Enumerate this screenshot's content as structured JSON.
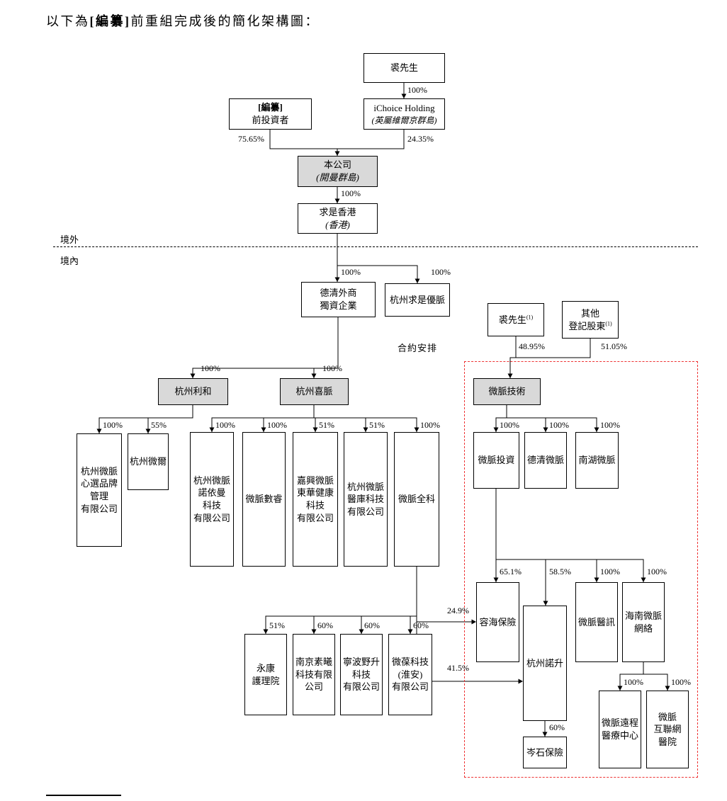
{
  "title": {
    "prefix": "以下為",
    "redacted": "[編纂]",
    "suffix": "前重組完成後的簡化架構圖："
  },
  "regions": {
    "offshore": "境外",
    "onshore": "境內"
  },
  "vie": {
    "label": "合約安排"
  },
  "colors": {
    "shaded_box": "#d9d9d9",
    "vie_border": "#ee3333",
    "line": "#000000"
  },
  "boxes": {
    "qiu_top": {
      "lines": [
        "裘先生"
      ]
    },
    "pre_investors": {
      "lines": [
        "[編纂]",
        "前投資者"
      ]
    },
    "ichoice": {
      "lines": [
        "iChoice Holding",
        "(英屬維爾京群島)"
      ]
    },
    "company": {
      "lines": [
        "本公司",
        "(開曼群島)"
      ]
    },
    "qiushi_hk": {
      "lines": [
        "求是香港",
        "(香港)"
      ]
    },
    "deqing_wfoe": {
      "lines": [
        "德清外商",
        "獨資企業"
      ]
    },
    "hz_qiushi": {
      "lines": [
        "杭州求是優脈"
      ]
    },
    "qiu_prc": {
      "name": "裘先生",
      "sup": "(1)"
    },
    "other_sh": {
      "line1": "其他",
      "line2": "登記股東",
      "sup": "(1)"
    },
    "lihe": {
      "lines": [
        "杭州利和"
      ]
    },
    "ximai": {
      "lines": [
        "杭州喜脈"
      ]
    },
    "weimai_tech": {
      "lines": [
        "微脈技術"
      ]
    },
    "xinxuan": {
      "lines": [
        "杭州微脈",
        "心選品牌",
        "管理",
        "有限公司"
      ]
    },
    "weier": {
      "lines": [
        "杭州微爾"
      ]
    },
    "nuoyiman": {
      "lines": [
        "杭州微脈",
        "諾依曼",
        "科技",
        "有限公司"
      ]
    },
    "shurui": {
      "lines": [
        "微脈數睿"
      ]
    },
    "jiaxing": {
      "lines": [
        "嘉興微脈",
        "東華健康",
        "科技",
        "有限公司"
      ]
    },
    "yiku": {
      "lines": [
        "杭州微脈",
        "醫庫科技",
        "有限公司"
      ]
    },
    "quanke": {
      "lines": [
        "微脈全科"
      ]
    },
    "touzi": {
      "lines": [
        "微脈投資"
      ]
    },
    "deqing_wm": {
      "lines": [
        "德清微脈"
      ]
    },
    "nanhu": {
      "lines": [
        "南湖微脈"
      ]
    },
    "ronghai": {
      "lines": [
        "容海保險"
      ]
    },
    "nuosheng": {
      "lines": [
        "杭州諾升"
      ]
    },
    "yixun": {
      "lines": [
        "微脈醫訊"
      ]
    },
    "hainan": {
      "lines": [
        "海南微脈",
        "網絡"
      ]
    },
    "yongkang": {
      "lines": [
        "永康",
        "護理院"
      ]
    },
    "suxi": {
      "lines": [
        "南京素曦",
        "科技有限",
        "公司"
      ]
    },
    "ningbo": {
      "lines": [
        "寧波野升",
        "科技",
        "有限公司"
      ]
    },
    "weibao": {
      "lines": [
        "微葆科技",
        "(淮安)",
        "有限公司"
      ]
    },
    "censhi": {
      "lines": [
        "岑石保險"
      ]
    },
    "remote": {
      "lines": [
        "微脈遠程",
        "醫療中心"
      ]
    },
    "internet": {
      "lines": [
        "微脈",
        "互聯網",
        "醫院"
      ]
    }
  },
  "pcts": {
    "qiu_to_ichoice": "100%",
    "preinv_to_company": "75.65%",
    "ichoice_to_company": "24.35%",
    "company_to_hk": "100%",
    "hk_to_wfoe": "100%",
    "hk_to_hzqiushi": "100%",
    "qiu_to_weimai": "48.95%",
    "other_to_weimai": "51.05%",
    "wfoe_to_lihe": "100%",
    "wfoe_to_ximai": "100%",
    "lihe_to_xinxuan": "100%",
    "lihe_to_weier": "55%",
    "ximai_to_nuoyiman": "100%",
    "ximai_to_shurui": "100%",
    "ximai_to_jiaxing": "51%",
    "ximai_to_yiku": "51%",
    "ximai_to_quanke": "100%",
    "tech_to_touzi": "100%",
    "tech_to_deqingwm": "100%",
    "tech_to_nanhu": "100%",
    "touzi_to_ronghai": "65.1%",
    "touzi_to_nuosheng": "58.5%",
    "touzi_to_yixun": "100%",
    "touzi_to_hainan": "100%",
    "quanke_to_ronghai": "24.9%",
    "quanke_to_nuosheng": "41.5%",
    "quanke_to_yongkang": "51%",
    "quanke_to_suxi": "60%",
    "quanke_to_ningbo": "60%",
    "quanke_to_weibao": "60%",
    "nuosheng_to_censhi": "60%",
    "hainan_to_remote": "100%",
    "hainan_to_internet": "100%"
  }
}
